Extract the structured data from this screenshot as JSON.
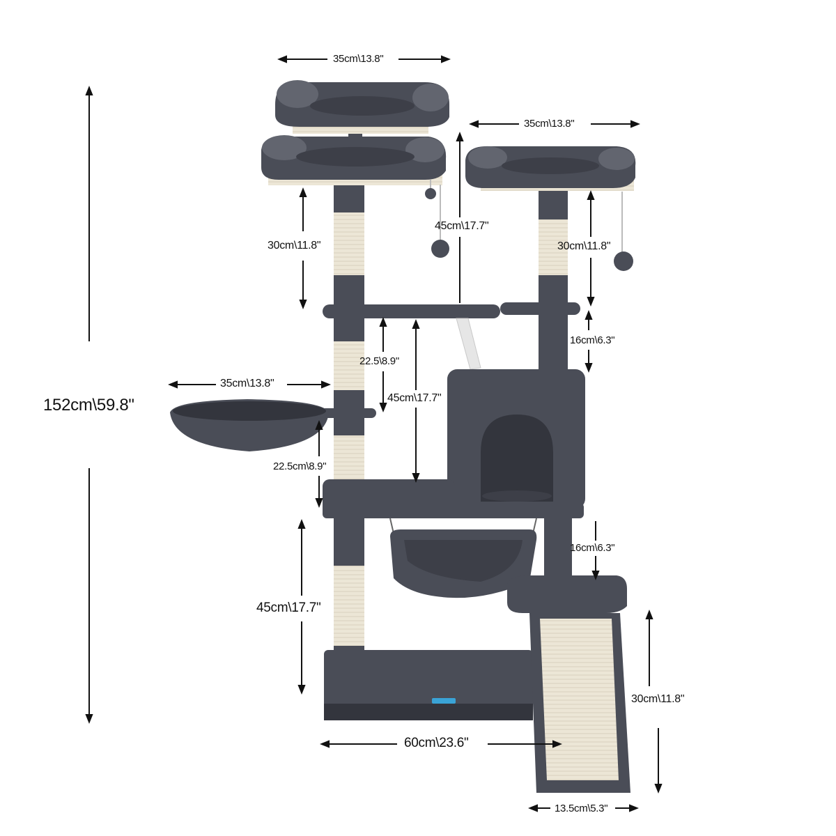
{
  "colors": {
    "plush": "#4a4d57",
    "plush_light": "#62656f",
    "plush_dark": "#33353d",
    "sisal": "#ece6d6",
    "background": "#ffffff",
    "text": "#111111",
    "logo_badge": "#3aa3d6"
  },
  "dimensions": {
    "total_height": "152cm\\59.8\"",
    "top_perch_width": "35cm\\13.8\"",
    "right_perch_width": "35cm\\13.8\"",
    "basket_width": "35cm\\13.8\"",
    "left_post_top_height": "30cm\\11.8\"",
    "perch_gap": "45cm\\17.7\"",
    "right_post_top_height": "30cm\\11.8\"",
    "condo_gap": "16cm\\6.3\"",
    "basket_gap": "22.5\\8.9\"",
    "middle_gap": "45cm\\17.7\"",
    "basket_drop": "22.5cm\\8.9\"",
    "hammock_gap": "16cm\\6.3\"",
    "base_post_height": "45cm\\17.7\"",
    "ramp_height": "30cm\\11.8\"",
    "base_width": "60cm\\23.6\"",
    "ramp_width": "13.5cm\\5.3\""
  }
}
